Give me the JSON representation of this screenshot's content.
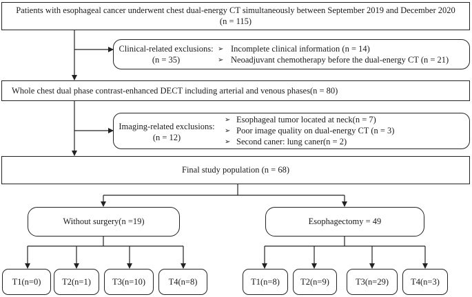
{
  "top_box": {
    "line1": "Patients with esophageal cancer underwent chest dual-energy CT simultaneously between September 2019 and December 2020",
    "line2": "(n = 115)"
  },
  "clinical_exclusions": {
    "title": "Clinical-related exclusions:",
    "count": "(n = 35)",
    "items": [
      "Incomplete clinical information (n = 14)",
      "Neoadjuvant chemotherapy before the dual-energy CT (n = 21)"
    ]
  },
  "dect_box": {
    "text": "Whole chest dual phase contrast-enhanced DECT including arterial and venous phases(n = 80)"
  },
  "imaging_exclusions": {
    "title": "Imaging-related exclusions:",
    "count": "(n = 12)",
    "items": [
      "Esophageal tumor located at neck(n = 7)",
      "Poor image quality on dual-energy CT (n = 3)",
      "Second caner: lung caner(n = 2)"
    ]
  },
  "final_box": {
    "text": "Final study population (n = 68)"
  },
  "without_surgery": {
    "text": "Without surgery(n =19)",
    "stages": [
      "T1(n=0)",
      "T2(n=1)",
      "T3(n=10)",
      "T4(n=8)"
    ]
  },
  "esophagectomy": {
    "text": "Esophagectomy = 49",
    "stages": [
      "T1(n=8)",
      "T2(n=9)",
      "T3(n=29)",
      "T4(n=3)"
    ]
  },
  "bullet_glyph": "➢"
}
